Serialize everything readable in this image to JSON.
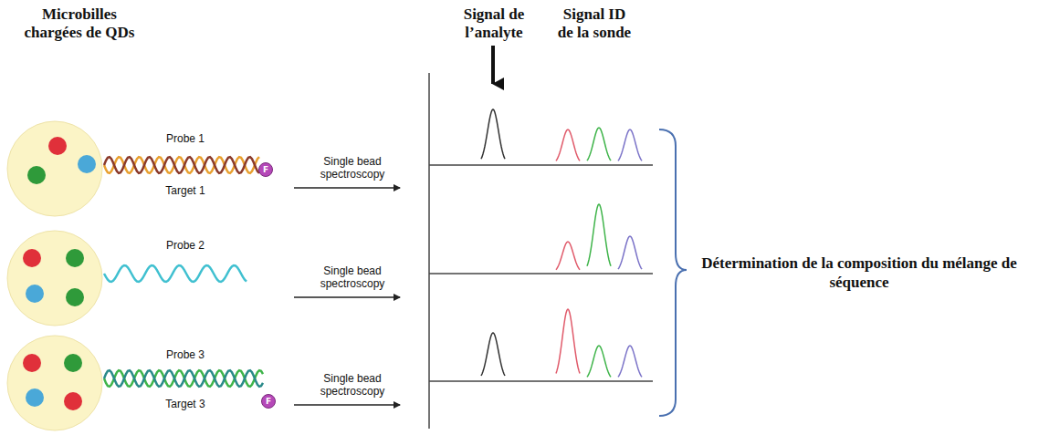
{
  "diagram": {
    "nodes": [
      {
        "text": [
          "F"
        ]
      },
      {
        "text": [
          "F"
        ]
      }
    ],
    "labels": [
      "Microbilles chargées de QDs",
      "Signal de l’analyte",
      "Signal ID de la sonde",
      "Probe 1",
      "Target 1",
      "Single bead spectroscopy",
      "Probe 2",
      "Single bead spectroscopy",
      "Probe 3",
      "Target 3",
      "Single bead spectroscopy",
      "Détermination de la composition du mélange de séquence"
    ]
  }
}
